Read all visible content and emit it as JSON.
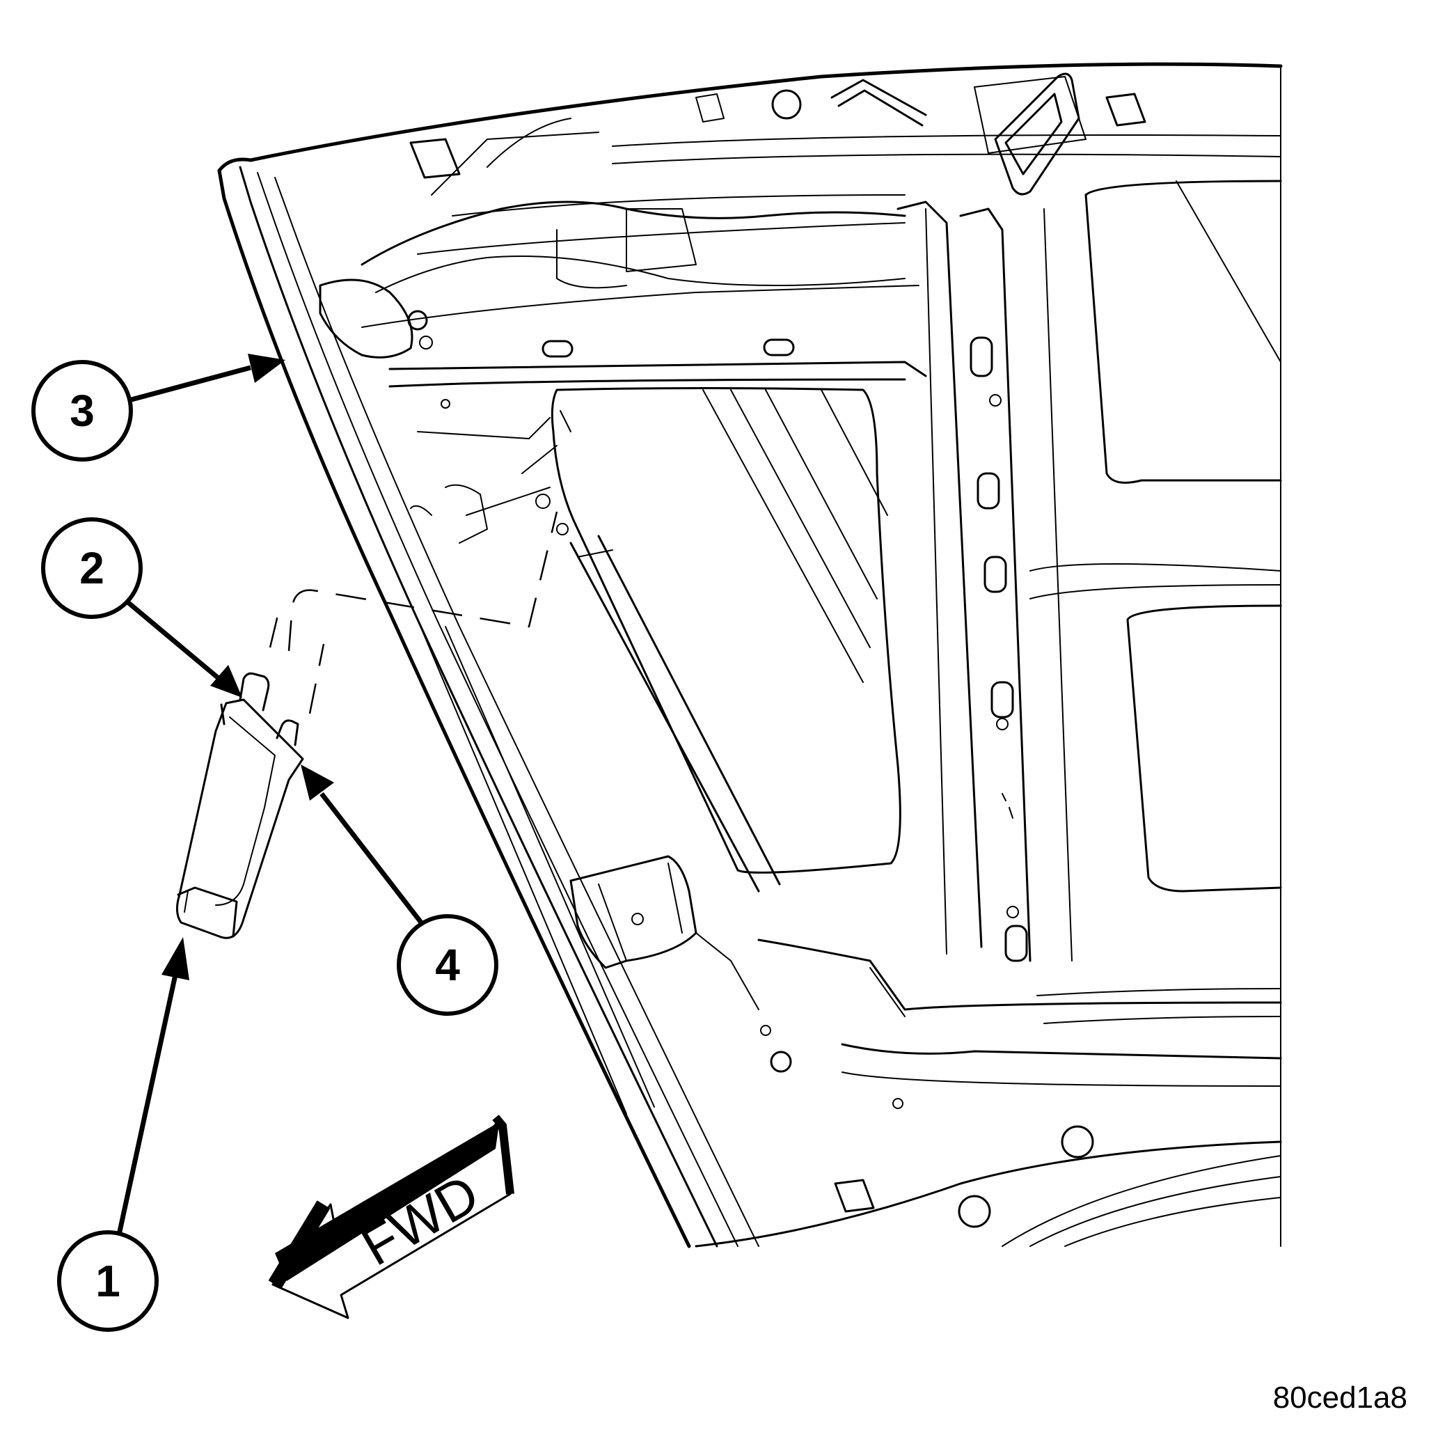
{
  "callouts": [
    {
      "label": "1"
    },
    {
      "label": "2"
    },
    {
      "label": "3"
    },
    {
      "label": "4"
    }
  ],
  "direction_label": "FWD",
  "figure_id": "80ced1a8"
}
